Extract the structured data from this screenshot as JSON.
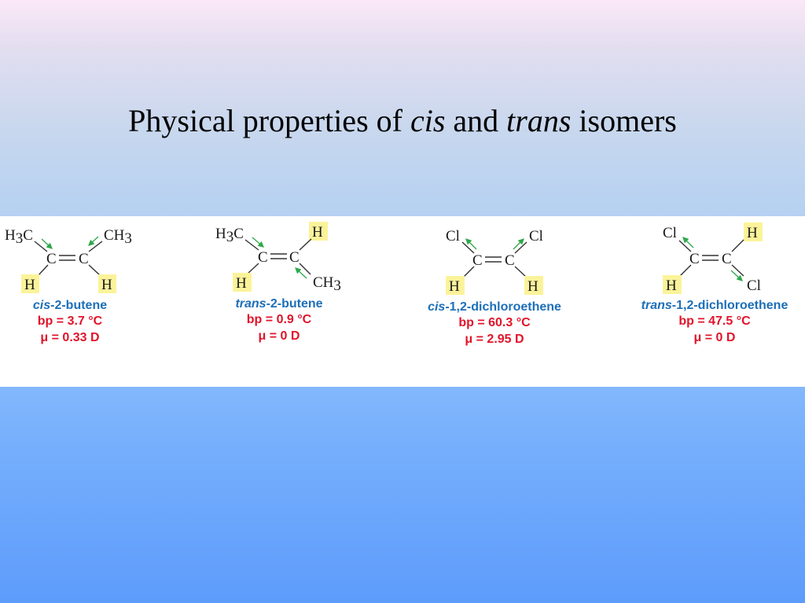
{
  "slide": {
    "title_prefix": "Physical properties of ",
    "title_cis": "cis",
    "title_and": " and ",
    "title_trans": "trans",
    "title_suffix": " isomers"
  },
  "molecules": [
    {
      "prefix": "cis",
      "name": "-2-butene",
      "bp": "bp = 3.7 °C",
      "mu": "μ = 0.33 D",
      "atoms": {
        "top_left": "H3C",
        "top_right": "CH3",
        "bottom_left": "H",
        "bottom_right": "H"
      }
    },
    {
      "prefix": "trans",
      "name": "-2-butene",
      "bp": "bp = 0.9 °C",
      "mu": "μ = 0 D",
      "atoms": {
        "top_left": "H3C",
        "top_right": "H",
        "bottom_left": "H",
        "bottom_right": "CH3"
      }
    },
    {
      "prefix": "cis",
      "name": "-1,2-dichloroethene",
      "bp": "bp = 60.3 °C",
      "mu": "μ = 2.95 D",
      "atoms": {
        "top_left": "Cl",
        "top_right": "Cl",
        "bottom_left": "H",
        "bottom_right": "H"
      }
    },
    {
      "prefix": "trans",
      "name": "-1,2-dichloroethene",
      "bp": "bp =  47.5 °C",
      "mu": "μ =  0 D",
      "atoms": {
        "top_left": "Cl",
        "top_right": "H",
        "bottom_left": "H",
        "bottom_right": "Cl"
      }
    }
  ],
  "colors": {
    "highlight": "#fbf39a",
    "dipole_arrow": "#2ea84a",
    "name_text": "#1d6fb8",
    "value_text": "#e0142a"
  }
}
